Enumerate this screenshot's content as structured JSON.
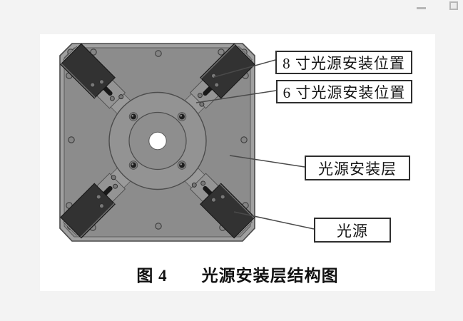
{
  "window": {
    "controls": [
      {
        "name": "minimize"
      },
      {
        "name": "maximize"
      }
    ]
  },
  "figure": {
    "callouts": [
      {
        "text": "8 寸光源安装位置"
      },
      {
        "text": "6 寸光源安装位置"
      },
      {
        "text": "光源安装层"
      },
      {
        "text": "光源"
      }
    ],
    "caption": {
      "prefix": "图 4",
      "title": "光源安装层结构图"
    },
    "colors": {
      "page_background": "#f3f3f3",
      "panel_background": "#ffffff",
      "plate_gray": "#8c8c8c",
      "plate_bevel": "#a0a0a0",
      "ring_gray": "#939393",
      "block_dark": "#323232",
      "slot_dark": "#191919",
      "outline": "#4a4a4a",
      "callout_border": "#2e2e2e"
    },
    "icons": [
      {
        "name": "window-minimize-icon"
      },
      {
        "name": "window-maximize-icon"
      }
    ]
  }
}
